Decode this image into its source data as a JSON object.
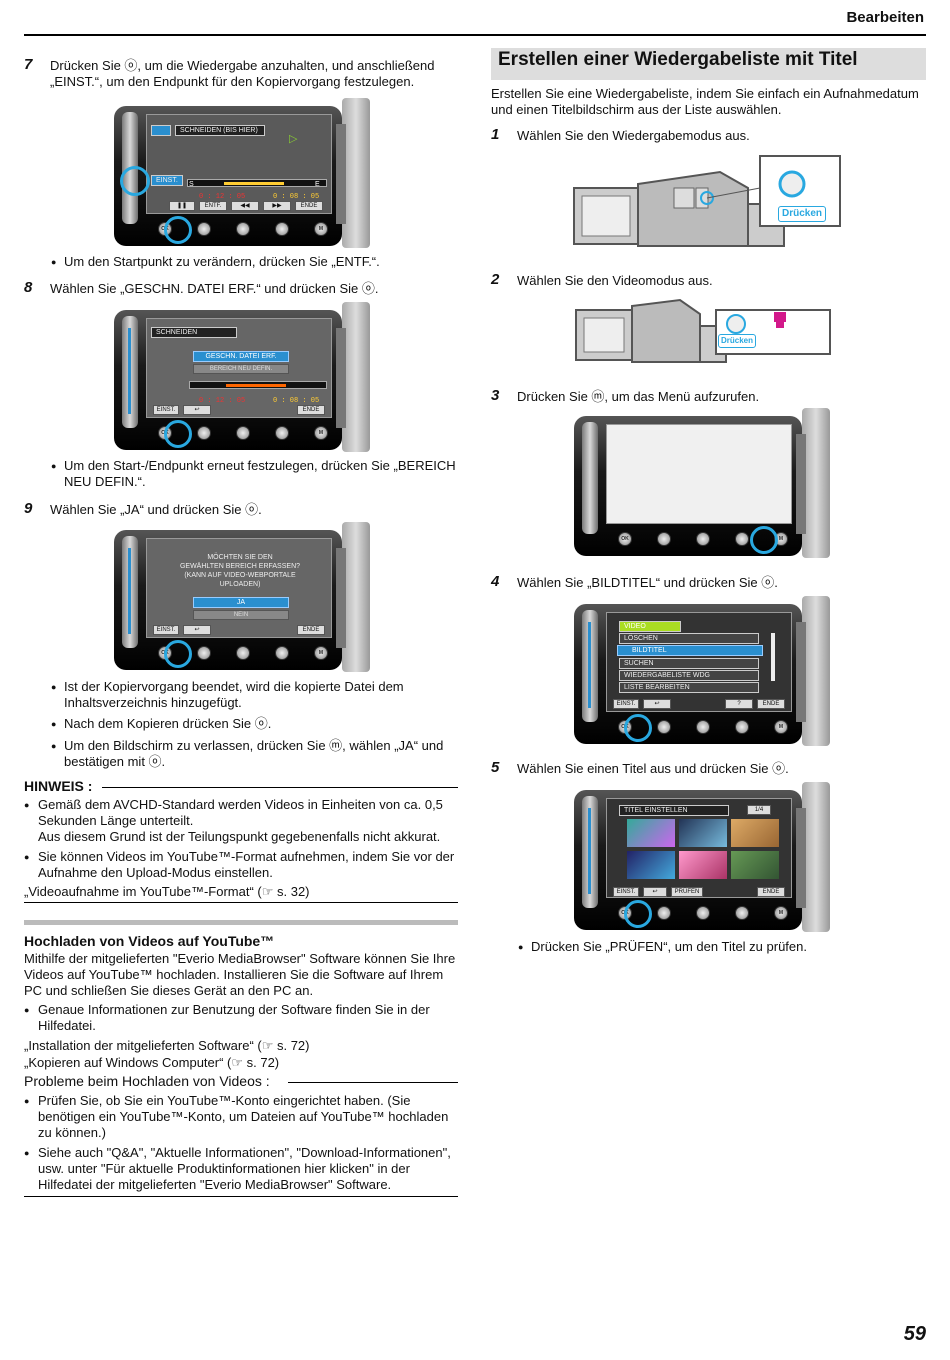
{
  "header": {
    "section": "Bearbeiten"
  },
  "page_number": "59",
  "left": {
    "step7": {
      "num": "7",
      "line1": "Drücken Sie ⓞ, um die Wiedergabe anzuhalten, und anschließend",
      "line2": "„EINST.“, um den Endpunkt für den Kopiervorgang festzulegen."
    },
    "screen7": {
      "title": "SCHNEIDEN (BIS HIER)",
      "einst": "EINST.",
      "s": "S",
      "e": "E",
      "t1": "0 : 12 : 05",
      "t2": "0 : 08 : 05",
      "b1": "❚❚",
      "b2": "ENTF.",
      "b3": "◀◀",
      "b4": "▶▶",
      "b5": "ENDE"
    },
    "bullet7": "Um den Startpunkt zu verändern, drücken Sie „ENTF.“.",
    "step8": {
      "num": "8",
      "text": "Wählen Sie „GESCHN. DATEI ERF.“ und drücken Sie ⓞ."
    },
    "screen8": {
      "title": "SCHNEIDEN",
      "opt1": "GESCHN. DATEI ERF.",
      "opt2": "BEREICH NEU DEFIN.",
      "t1": "0 : 12 : 05",
      "t2": "0 : 08 : 05",
      "b1": "EINST.",
      "b2": "↩",
      "b3": "ENDE"
    },
    "bullet8": {
      "l1": "Um den Start-/Endpunkt erneut festzulegen, drücken Sie „BEREICH",
      "l2": "NEU DEFIN.“."
    },
    "step9": {
      "num": "9",
      "text": "Wählen Sie „JA“ und drücken Sie ⓞ."
    },
    "screen9": {
      "q1": "MÖCHTEN SIE DEN",
      "q2": "GEWÄHLTEN BEREICH ERFASSEN?",
      "q3": "(KANN AUF VIDEO-WEBPORTALE",
      "q4": "UPLOADEN)",
      "yes": "JA",
      "no": "NEIN",
      "b1": "EINST.",
      "b2": "↩",
      "b3": "ENDE"
    },
    "bullets9": [
      {
        "l1": "Ist der Kopiervorgang beendet, wird die kopierte Datei dem",
        "l2": "Inhaltsverzeichnis hinzugefügt."
      },
      {
        "l1": "Nach dem Kopieren drücken Sie ⓞ.",
        "l2": ""
      },
      {
        "l1": "Um den Bildschirm zu verlassen, drücken Sie ⓜ, wählen „JA“ und",
        "l2": "bestätigen mit ⓞ."
      }
    ],
    "hinweis": {
      "label": "HINWEIS :",
      "b1l1": "Gemäß dem AVCHD-Standard werden Videos in Einheiten von ca. 0,5",
      "b1l2": "Sekunden Länge unterteilt.",
      "b1l3": "Aus diesem Grund ist der Teilungspunkt gegebenenfalls nicht akkurat.",
      "b2l1": "Sie können Videos im YouTube™-Format aufnehmen, indem Sie vor der",
      "b2l2": "Aufnahme den Upload-Modus einstellen.",
      "link": "„Videoaufnahme im YouTube™-Format“ (☞ s. 32)"
    },
    "youtube": {
      "title": "Hochladen von Videos auf YouTube™",
      "p1": "Mithilfe der mitgelieferten \"Everio MediaBrowser\" Software können Sie Ihre",
      "p2": "Videos auf YouTube™ hochladen. Installieren Sie die Software auf Ihrem",
      "p3": "PC und schließen Sie dieses Gerät an den PC an.",
      "b1l1": "Genaue Informationen zur Benutzung der Software finden Sie in der",
      "b1l2": "Hilfedatei.",
      "link1": "„Installation der mitgelieferten Software“ (☞ s. 72)",
      "link2": "„Kopieren auf Windows Computer“ (☞ s. 72)",
      "problems": "Probleme beim Hochladen von Videos :",
      "pb1l1": "Prüfen Sie, ob Sie ein YouTube™-Konto eingerichtet haben. (Sie",
      "pb1l2": "benötigen ein YouTube™-Konto, um Dateien auf YouTube™ hochladen",
      "pb1l3": "zu können.)",
      "pb2l1": "Siehe auch \"Q&A\", \"Aktuelle Informationen\", \"Download-Informationen\",",
      "pb2l2": "usw. unter \"Für aktuelle Produktinformationen hier klicken\" in der",
      "pb2l3": "Hilfedatei der mitgelieferten \"Everio MediaBrowser\" Software."
    }
  },
  "right": {
    "title": "Erstellen einer Wiedergabeliste mit Titel",
    "intro1": "Erstellen Sie eine Wiedergabeliste, indem Sie einfach ein Aufnahmedatum",
    "intro2": "und einen Titelbildschirm aus der Liste auswählen.",
    "step1": {
      "num": "1",
      "text": "Wählen Sie den Wiedergabemodus aus."
    },
    "press": "Drücken",
    "step2": {
      "num": "2",
      "text": "Wählen Sie den Videomodus aus."
    },
    "step3": {
      "num": "3",
      "text": "Drücken Sie ⓜ, um das Menü aufzurufen."
    },
    "step4": {
      "num": "4",
      "text": "Wählen Sie „BILDTITEL“ und drücken Sie ⓞ."
    },
    "menu4": {
      "items": [
        "VIDEO",
        "LÖSCHEN",
        "BILDTITEL",
        "SUCHEN",
        "WIEDERGABELISTE WDG",
        "LISTE BEARBEITEN"
      ],
      "b1": "EINST.",
      "b2": "↩",
      "b3": "?",
      "b4": "ENDE"
    },
    "step5": {
      "num": "5",
      "text": "Wählen Sie einen Titel aus und drücken Sie ⓞ."
    },
    "screen5": {
      "title": "TITEL EINSTELLEN",
      "page": "1/4",
      "b1": "EINST.",
      "b2": "↩",
      "b3": "PRÜFEN",
      "b4": "ENDE"
    },
    "bullet5": "Drücken Sie „PRÜFEN“, um den Titel zu prüfen."
  }
}
